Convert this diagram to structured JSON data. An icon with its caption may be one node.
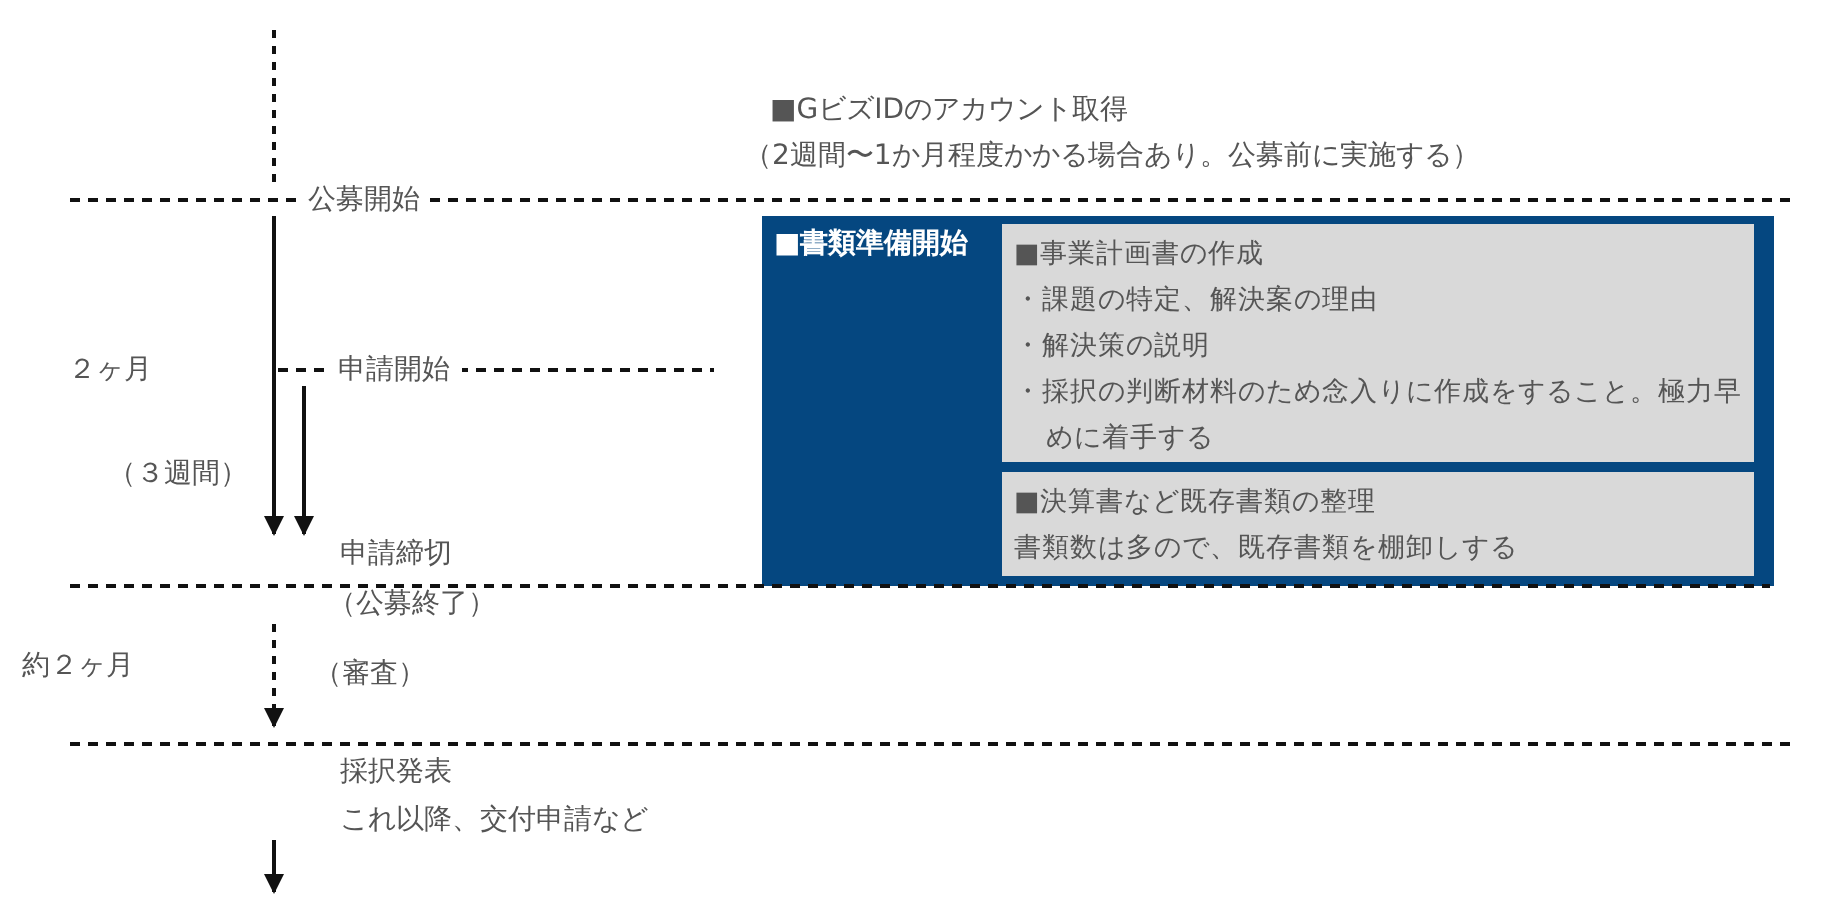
{
  "diagram": {
    "nodes": [
      {
        "text": [
          "公募開始"
        ]
      },
      {
        "text": [
          "■書類準備開始"
        ]
      },
      {
        "text": [
          "■事業計画書の作成",
          "・課題の特定、解決案の理由",
          "・解決策の説明",
          "・採択の判断材料のため念入りに作成をすること。極力早めに着手する"
        ],
        "in": 1
      },
      {
        "text": [
          "■決算書など既存書類の整理",
          "書類数は多ので、既存書類を棚卸しする"
        ],
        "in": 1
      },
      {
        "text": [
          "申請開始"
        ]
      },
      {
        "text": [
          "申請締切",
          "（公募終了）"
        ]
      },
      {
        "text": [
          "採択発表",
          "これ以降、交付申請など"
        ]
      }
    ],
    "edges": [
      {
        "from": null,
        "to": 0,
        "arrow": "none",
        "style": "dashed"
      },
      {
        "from": 0,
        "to": 5,
        "arrow": "to"
      },
      {
        "from": 4,
        "to": 5,
        "arrow": "to"
      },
      {
        "from": 5,
        "to": 6,
        "arrow": "to",
        "style": "dashed"
      },
      {
        "from": 6,
        "to": null,
        "arrow": "to"
      }
    ],
    "labels": [
      "■GビズIDのアカウント取得",
      "（2週間〜1か月程度かかる場合あり。公募前に実施する）",
      "２ヶ月",
      "（３週間）",
      "約２ヶ月",
      "（審査）"
    ]
  }
}
